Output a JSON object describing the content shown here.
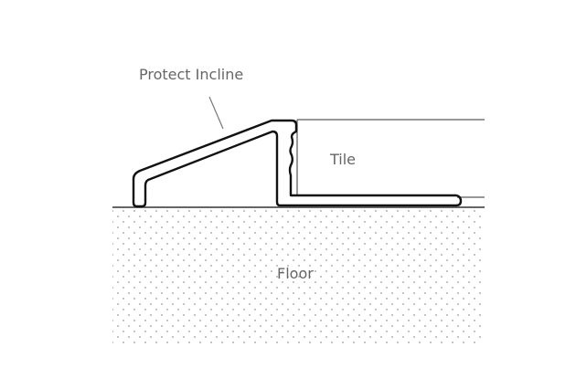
{
  "labels": {
    "profile": "Protect Incline",
    "tile": "Tile",
    "floor": "Floor"
  },
  "colors": {
    "outline": "#111111",
    "tile_line": "#777777",
    "dots": "#999999",
    "text": "#666666"
  }
}
